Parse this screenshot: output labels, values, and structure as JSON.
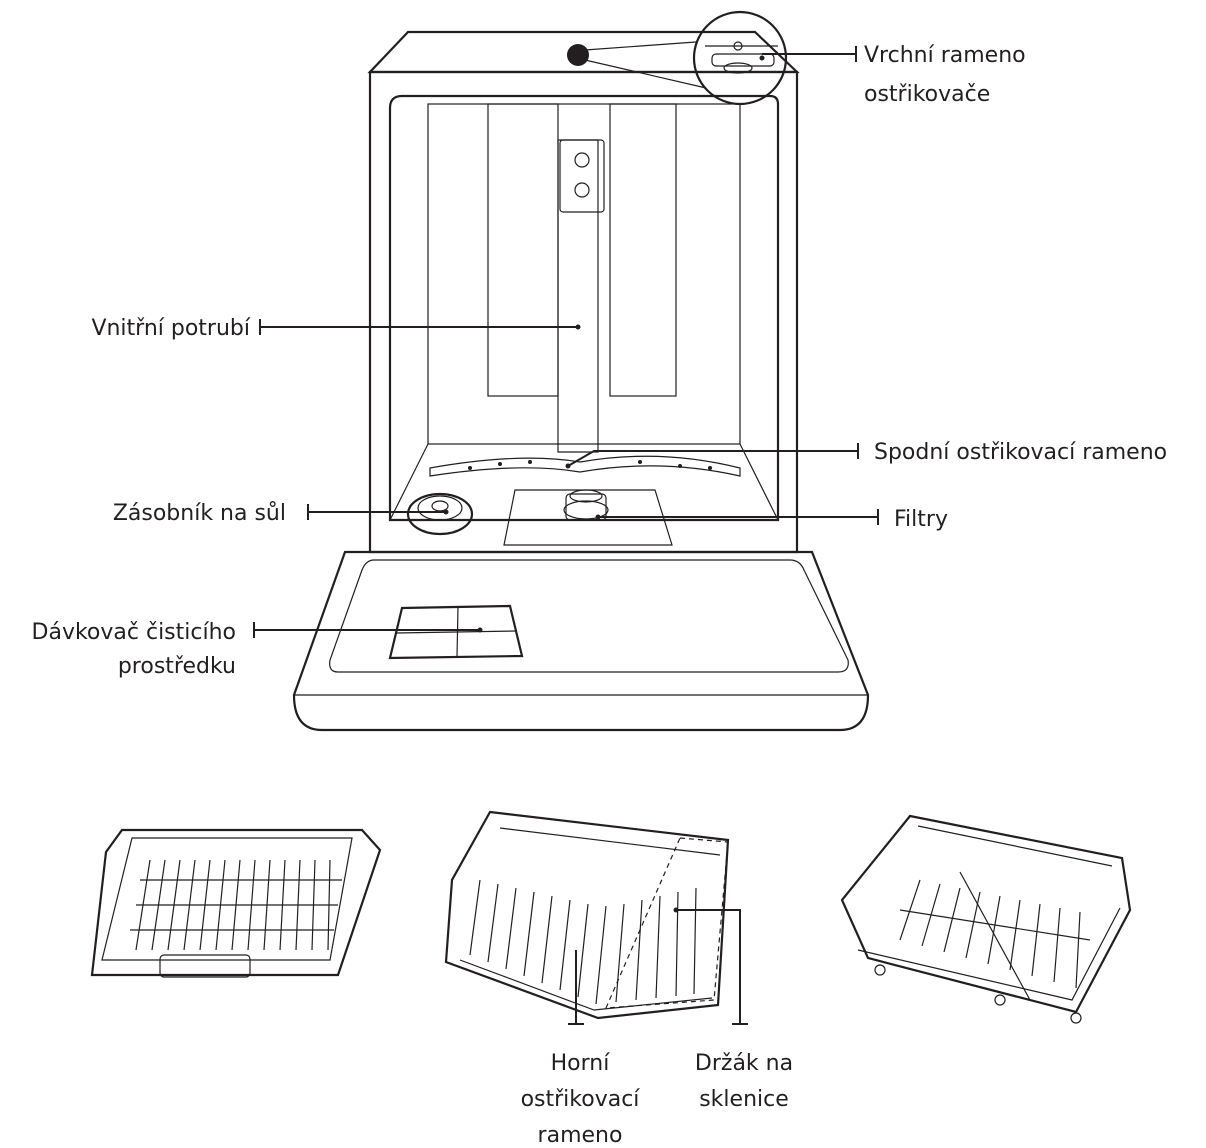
{
  "labels": {
    "upper_spray_arm": [
      "Vrchní rameno",
      "ostřikovače"
    ],
    "inner_pipe": "Vnitřní potrubí",
    "lower_spray_arm": "Spodní ostřikovací rameno",
    "salt_container": "Zásobník na sůl",
    "filters": "Filtry",
    "detergent_dispenser": [
      "Dávkovač čisticího",
      "prostředku"
    ],
    "upper_rack_spray_arm": [
      "Horní",
      "ostřikovací",
      "rameno"
    ],
    "glass_holder": [
      "Držák na",
      "sklenice"
    ]
  }
}
